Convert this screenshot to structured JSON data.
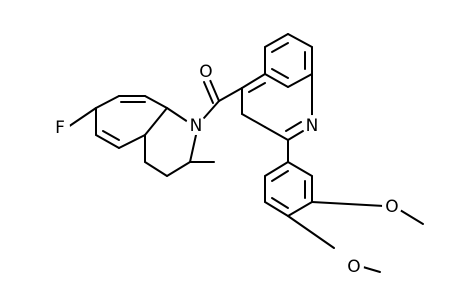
{
  "diagram": {
    "atom_labels": {
      "carbonyl_oxygen": "O",
      "amide_nitrogen": "N",
      "quinoline_nitrogen": "N",
      "fluorine": "F",
      "methoxy_oxygen_top": "O",
      "methoxy_oxygen_bottom": "O"
    },
    "colors": {
      "bond": "#000000",
      "label": "#000000",
      "background": "#ffffff"
    }
  }
}
